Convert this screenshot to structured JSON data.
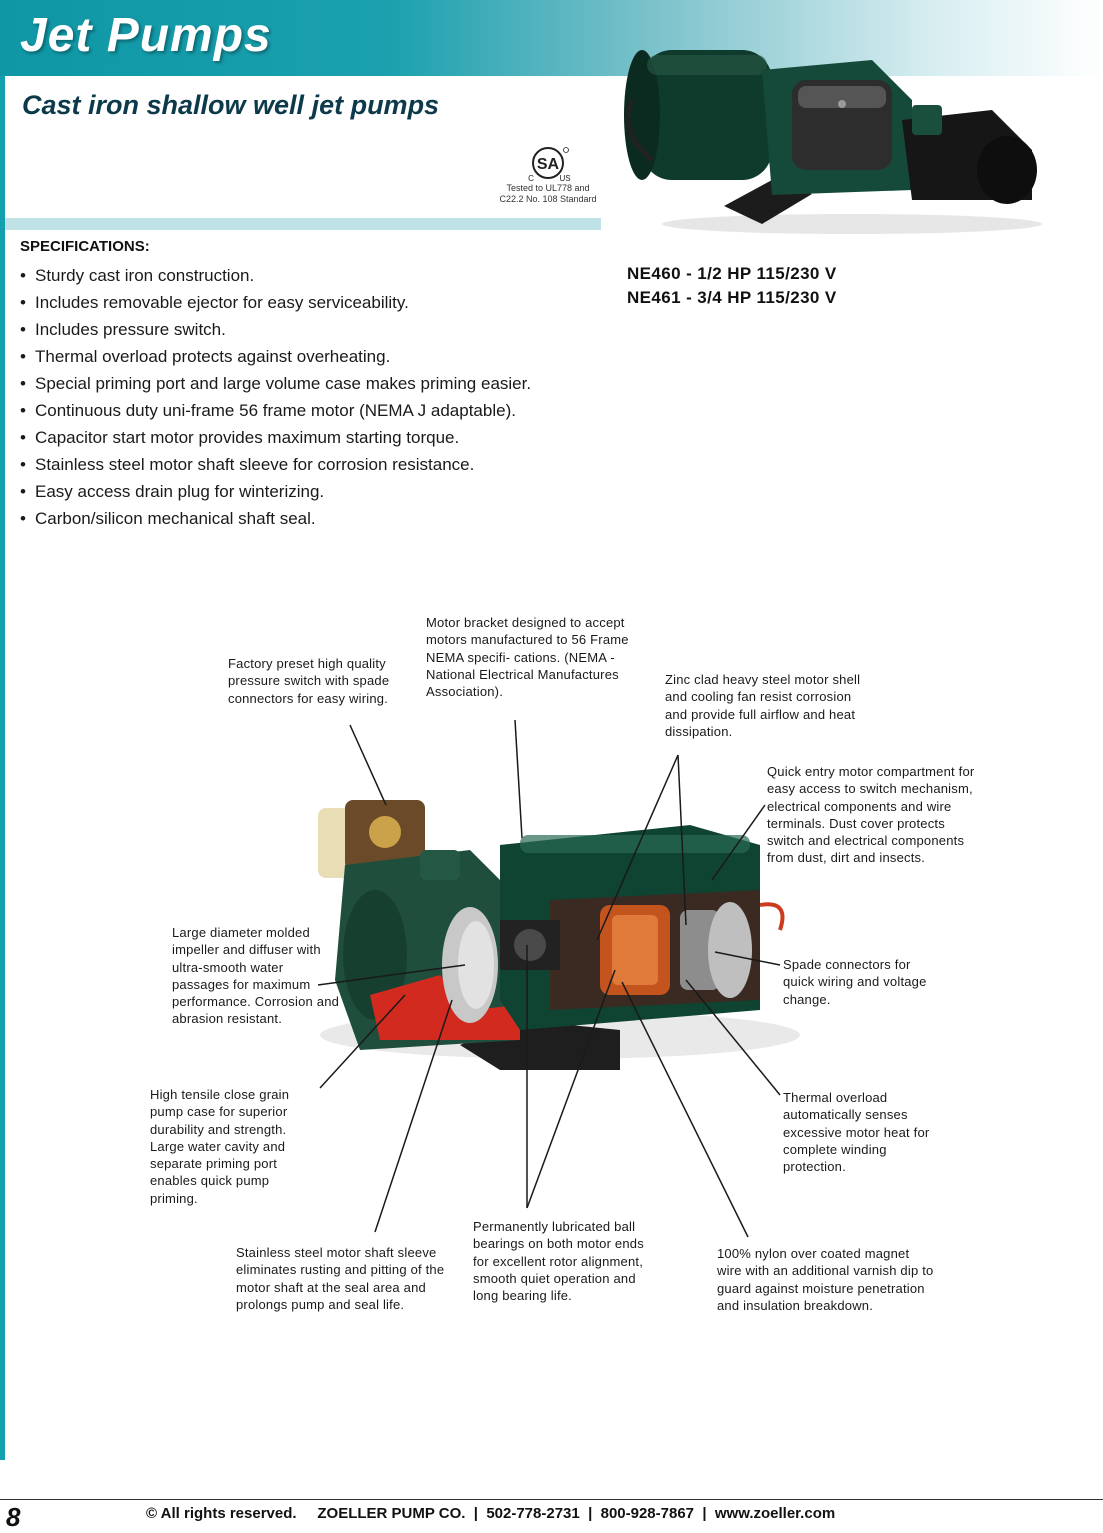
{
  "header": {
    "title": "Jet Pumps",
    "subtitle": "Cast iron shallow well jet pumps"
  },
  "certification": {
    "mark_left": "C",
    "mark_right": "US",
    "mark_center": "SA",
    "line1": "Tested to UL778 and",
    "line2": "C22.2 No. 108 Standard"
  },
  "specifications": {
    "heading": "SPECIFICATIONS:",
    "items": [
      "Sturdy cast iron construction.",
      "Includes removable ejector for easy serviceability.",
      "Includes pressure switch.",
      "Thermal overload protects against overheating.",
      "Special priming port and large volume case makes priming easier.",
      "Continuous duty uni-frame 56 frame motor (NEMA J adaptable).",
      "Capacitor start motor provides maximum starting torque.",
      "Stainless steel motor shaft sleeve for corrosion resistance.",
      "Easy access drain plug for winterizing.",
      "Carbon/silicon mechanical shaft seal."
    ]
  },
  "models": [
    "NE460 - 1/2 HP 115/230 V",
    "NE461 - 3/4 HP 115/230 V"
  ],
  "callouts": {
    "pressure_switch": "Factory preset high quality pressure switch with spade connectors for easy wiring.",
    "motor_bracket": "Motor bracket designed to accept motors manufactured to 56 Frame NEMA specifi- cations. (NEMA - National Electrical Manufactures Association).",
    "motor_shell": "Zinc clad heavy steel motor shell and cooling fan resist corrosion and provide full airflow and heat dissipation.",
    "entry_compartment": "Quick entry motor compartment for easy access to switch mechanism, electrical components and wire terminals. Dust cover protects switch and electrical components from dust, dirt and insects.",
    "impeller": "Large diameter molded impeller and diffuser with ultra-smooth water passages for maximum performance. Corrosion and abrasion resistant.",
    "spade_connectors": "Spade connectors for quick wiring and voltage change.",
    "pump_case": "High tensile close grain pump case for superior durability and strength. Large water cavity and separate priming port enables quick pump priming.",
    "thermal_overload": "Thermal overload automatically senses excessive motor heat for complete winding protection.",
    "shaft_sleeve": "Stainless steel motor shaft sleeve eliminates rusting and pitting of the motor shaft at the seal area and prolongs pump and seal life.",
    "ball_bearings": "Permanently lubricated ball bearings on both motor ends for excellent rotor alignment, smooth quiet operation and long bearing life.",
    "magnet_wire": "100% nylon over coated magnet wire with an additional varnish dip to guard against moisture penetration and insulation breakdown."
  },
  "footer": {
    "page_number": "8",
    "text": "© All rights reserved.     ZOELLER PUMP CO.  |  502-778-2731  |  800-928-7867  |  www.zoeller.com"
  }
}
